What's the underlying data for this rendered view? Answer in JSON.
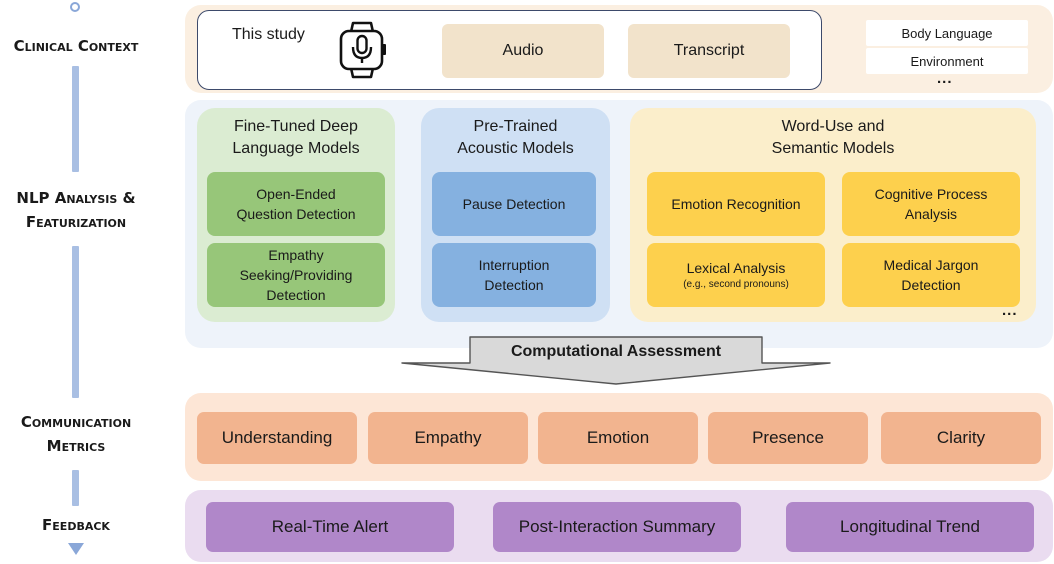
{
  "stages": {
    "context": "Clinical Context",
    "nlp_line1": "NLP Analysis &",
    "nlp_line2": "Featurization",
    "metrics_line1": "Communication",
    "metrics_line2": "Metrics",
    "feedback": "Feedback"
  },
  "context": {
    "study_label": "This study",
    "device_icon": "smartwatch-microphone-icon",
    "inputs": [
      "Audio",
      "Transcript"
    ],
    "other_inputs": [
      "Body Language",
      "Environment"
    ],
    "ellipsis": "..."
  },
  "nlp": {
    "groups": [
      {
        "title_line1": "Fine-Tuned Deep",
        "title_line2": "Language Models",
        "items": [
          [
            "Open-Ended",
            "Question Detection"
          ],
          [
            "Empathy",
            "Seeking/Providing",
            "Detection"
          ]
        ]
      },
      {
        "title_line1": "Pre-Trained",
        "title_line2": "Acoustic Models",
        "items": [
          [
            "Pause Detection"
          ],
          [
            "Interruption",
            "Detection"
          ]
        ]
      },
      {
        "title_line1": "Word-Use and",
        "title_line2": "Semantic Models",
        "items": [
          [
            "Emotion Recognition"
          ],
          [
            "Cognitive Process",
            "Analysis"
          ],
          [
            "Lexical Analysis"
          ],
          [
            "Medical Jargon",
            "Detection"
          ]
        ],
        "note": "(e.g., second pronouns)",
        "ellipsis": "..."
      }
    ],
    "arrow_label": "Computational Assessment"
  },
  "metrics": [
    "Understanding",
    "Empathy",
    "Emotion",
    "Presence",
    "Clarity"
  ],
  "feedback": [
    "Real-Time Alert",
    "Post-Interaction Summary",
    "Longitudinal Trend"
  ],
  "colors": {
    "timeline": "#a9bfe3",
    "context_band": "#fbefe1",
    "nlp_band": "#eef3fa",
    "green_group": "#dbecd2",
    "green_chip": "#97c679",
    "blue_group": "#cfe0f4",
    "blue_chip": "#85b1e0",
    "yellow_group": "#fbeecb",
    "yellow_chip": "#fdd04d",
    "metrics_band": "#fde6d6",
    "metric_chip": "#f2b48f",
    "feedback_band": "#eadcf0",
    "feedback_chip": "#b087c9",
    "arrow": "#d9d9d9"
  }
}
